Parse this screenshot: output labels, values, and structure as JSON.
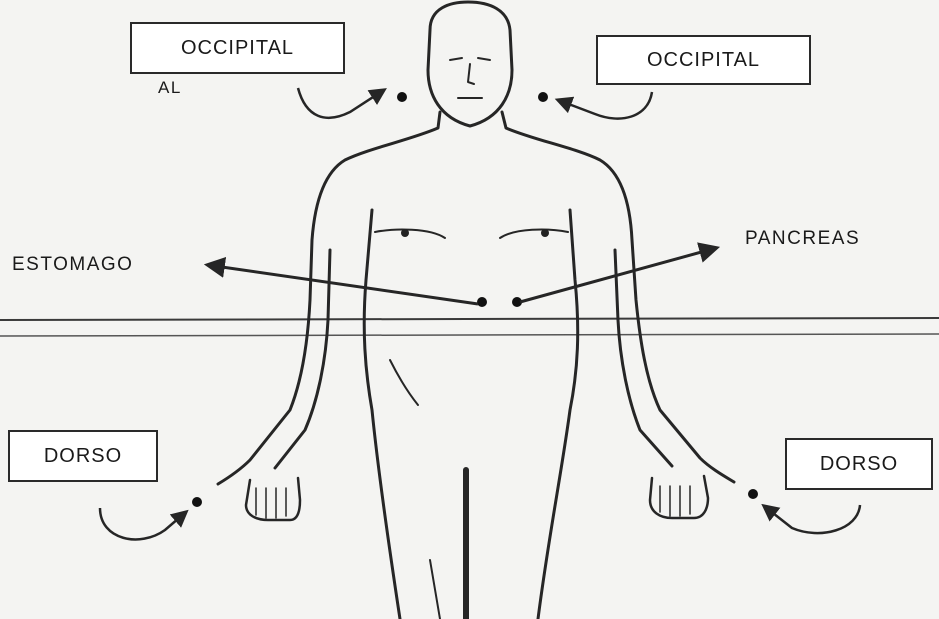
{
  "labels": {
    "occipital_left": "OCCIPITAL",
    "occipital_left_sub": "AL",
    "occipital_right": "OCCIPITAL",
    "stomach": "ESTOMAGO",
    "pancreas": "PANCREAS",
    "back_left": "DORSO",
    "back_right": "DORSO"
  },
  "colors": {
    "line": "#262626",
    "background": "#f4f4f2",
    "point": "#111111"
  },
  "icons": {
    "curved_arrow": "curved-arrow-icon",
    "straight_arrow": "straight-arrow-icon",
    "point": "point-marker-icon"
  }
}
